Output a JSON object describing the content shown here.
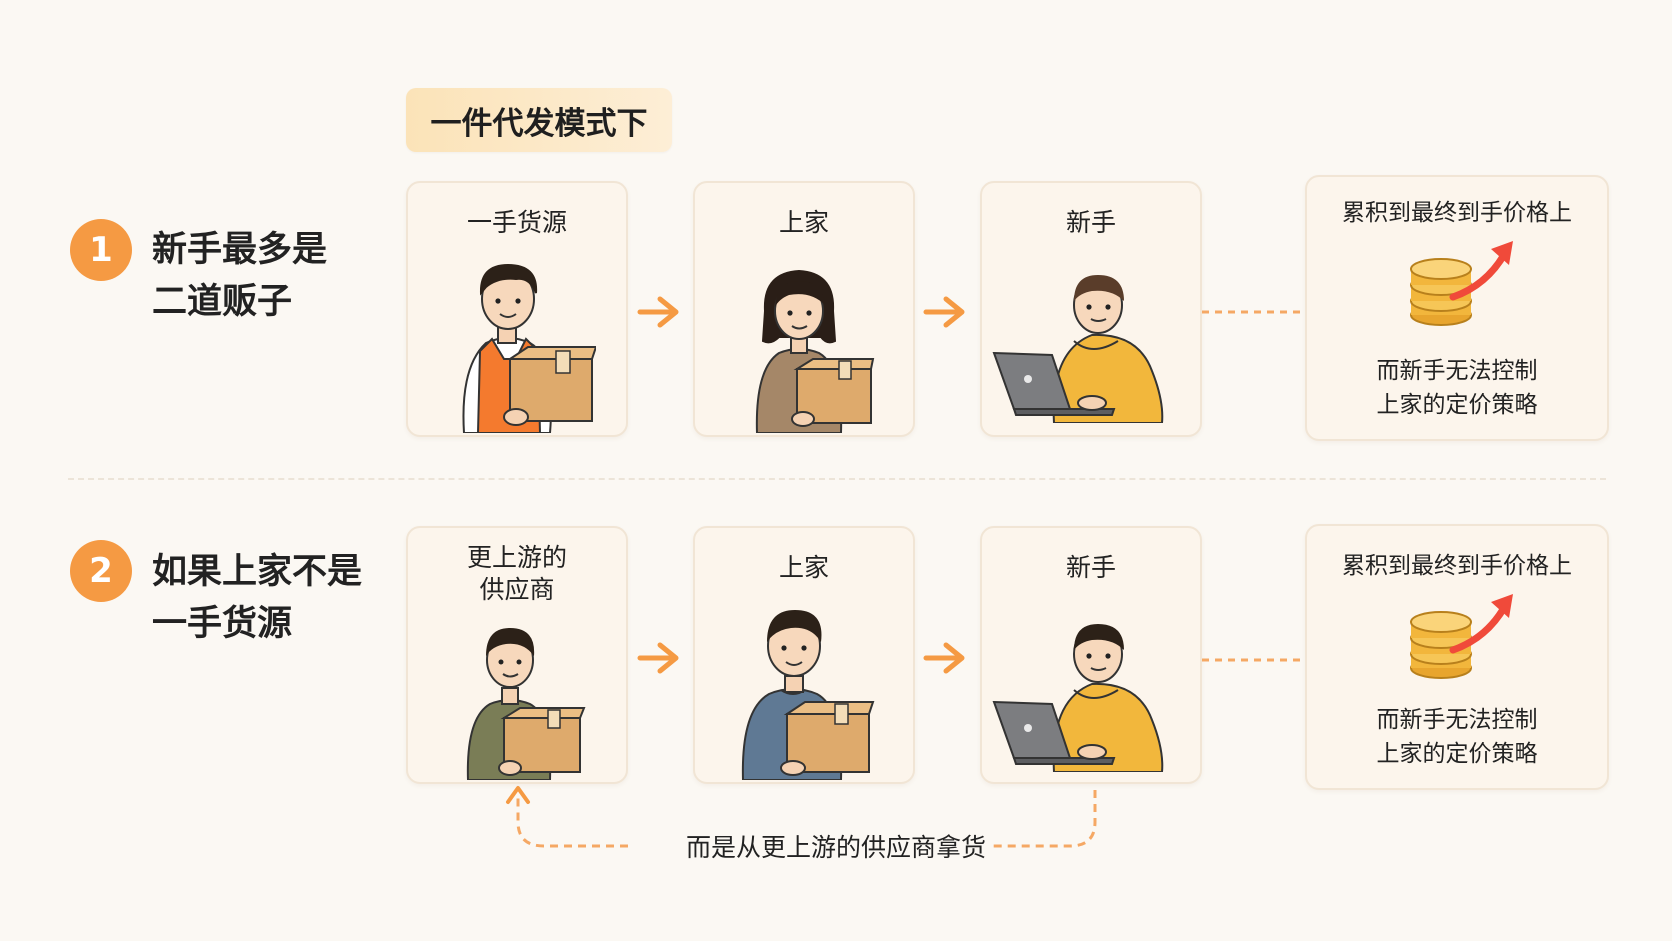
{
  "header": {
    "title": "一件代发模式下"
  },
  "rows": [
    {
      "number": "1",
      "label_line1": "新手最多是",
      "label_line2": "二道贩子",
      "steps": [
        {
          "title_line1": "一手货源",
          "title_line2": ""
        },
        {
          "title_line1": "上家",
          "title_line2": ""
        },
        {
          "title_line1": "新手",
          "title_line2": ""
        }
      ],
      "result": {
        "title": "累积到最终到手价格上",
        "line1": "而新手无法控制",
        "line2": "上家的定价策略"
      }
    },
    {
      "number": "2",
      "label_line1": "如果上家不是",
      "label_line2": "一手货源",
      "steps": [
        {
          "title_line1": "更上游的",
          "title_line2": "供应商"
        },
        {
          "title_line1": "上家",
          "title_line2": ""
        },
        {
          "title_line1": "新手",
          "title_line2": ""
        }
      ],
      "result": {
        "title": "累积到最终到手价格上",
        "line1": "而新手无法控制",
        "line2": "上家的定价策略"
      }
    }
  ],
  "footer_note": "而是从更上游的供应商拿货",
  "colors": {
    "accent": "#f59a43",
    "background": "#fbf8f3",
    "card": "#fcf5ec",
    "coin": "#f2b63c"
  }
}
